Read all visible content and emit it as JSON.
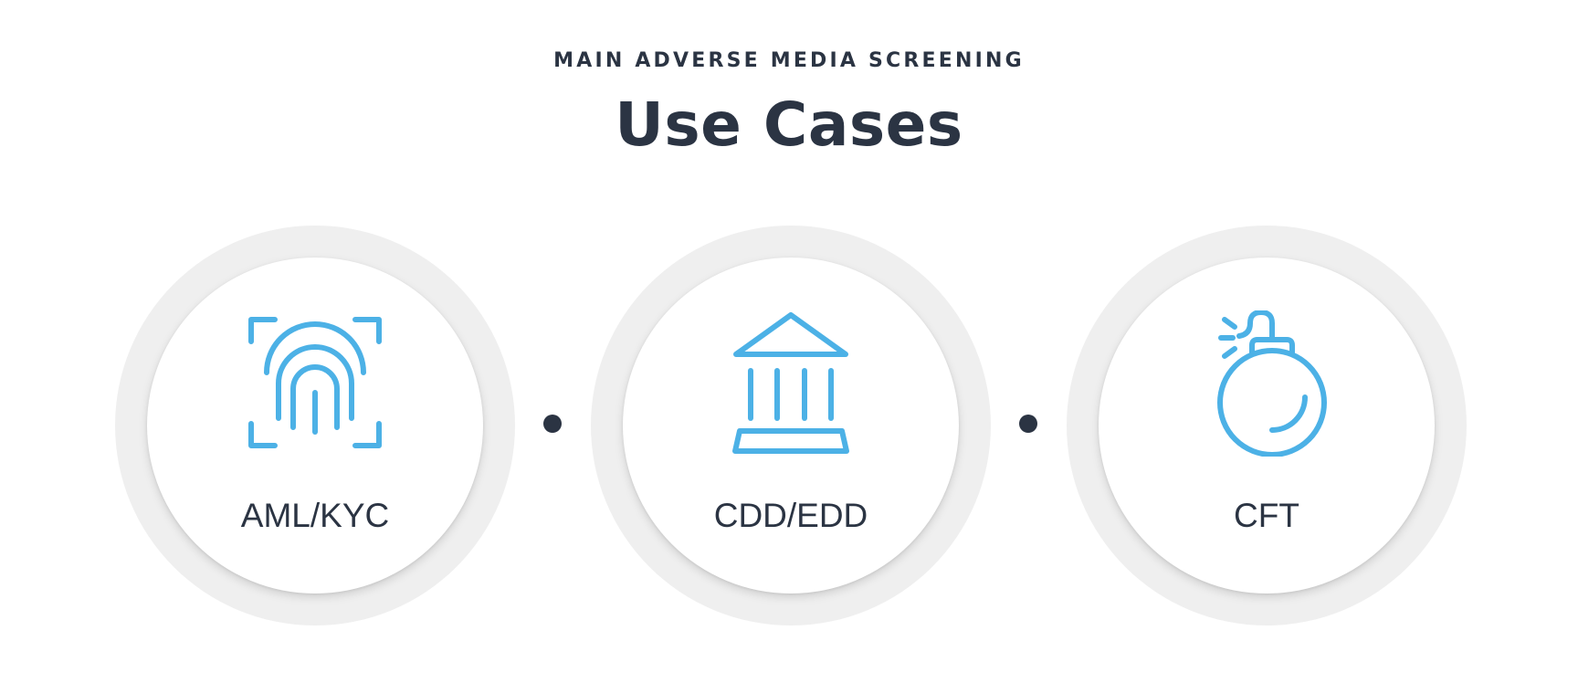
{
  "header": {
    "eyebrow": "MAIN ADVERSE MEDIA SCREENING",
    "title": "Use Cases"
  },
  "colors": {
    "icon": "#4cb1e6",
    "text": "#2b3443",
    "ring": "#efefef"
  },
  "use_cases": [
    {
      "label": "AML/KYC",
      "icon": "fingerprint-icon"
    },
    {
      "label": "CDD/EDD",
      "icon": "bank-icon"
    },
    {
      "label": "CFT",
      "icon": "bomb-icon"
    }
  ]
}
